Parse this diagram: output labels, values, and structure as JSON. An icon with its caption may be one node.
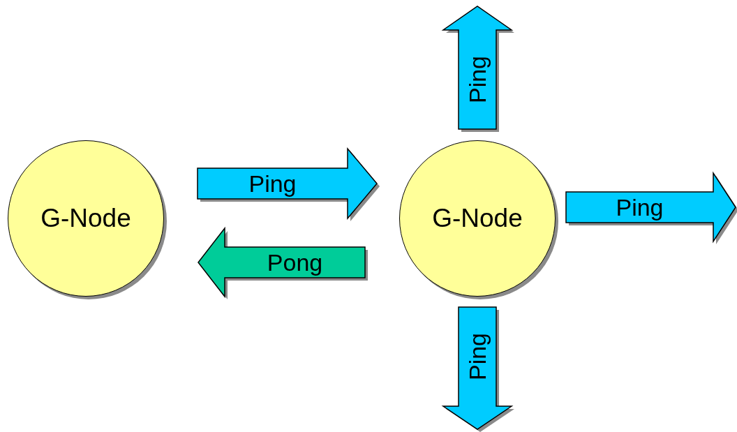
{
  "diagram": {
    "nodes": [
      {
        "text": [
          "G-Node"
        ]
      },
      {
        "text": [
          "G-Node"
        ]
      }
    ],
    "edges": [
      {
        "from": 0,
        "to": 1,
        "arrow": "to",
        "label": "Ping"
      },
      {
        "from": 1,
        "to": 0,
        "arrow": "to",
        "label": "Pong",
        "color": "#00cc99"
      },
      {
        "from": 1,
        "to": null,
        "arrow": "to",
        "label": "Ping"
      },
      {
        "from": 1,
        "to": null,
        "arrow": "to",
        "label": "Ping"
      },
      {
        "from": 1,
        "to": null,
        "arrow": "to",
        "label": "Ping"
      }
    ]
  }
}
